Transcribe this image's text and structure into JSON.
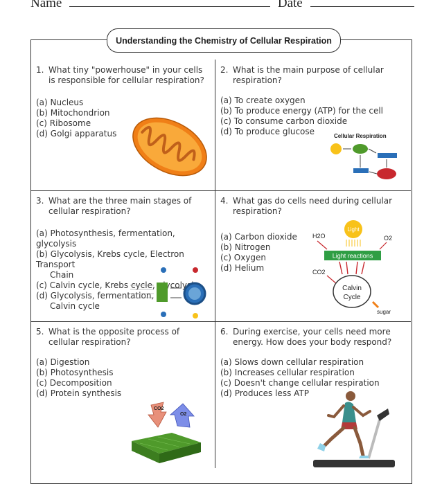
{
  "header": {
    "name_label": "Name",
    "date_label": "Date"
  },
  "title": "Understanding the Chemistry of Cellular Respiration",
  "questions": [
    {
      "num": "1.",
      "stem": "What tiny \"powerhouse\" in your cells is responsible for cellular respiration?",
      "options": [
        "(a) Nucleus",
        "(b) Mitochondrion",
        "(c) Ribosome",
        "(d) Golgi apparatus"
      ]
    },
    {
      "num": "2.",
      "stem": "What is the main purpose of cellular respiration?",
      "options": [
        "(a) To create oxygen",
        "(b) To produce energy (ATP) for the cell",
        "(c) To consume carbon dioxide",
        "(d) To produce glucose"
      ]
    },
    {
      "num": "3.",
      "stem": "What are the three main stages of cellular respiration?",
      "options": [
        "(a) Photosynthesis, fermentation, glycolysis",
        "(b) Glycolysis, Krebs cycle, Electron Transport",
        "Chain",
        "(c) Calvin cycle, Krebs cycle, glycolysis",
        "(d) Glycolysis, fermentation,",
        "Calvin cycle"
      ]
    },
    {
      "num": "4.",
      "stem": "What gas do cells need during cellular respiration?",
      "options": [
        "(a) Carbon dioxide",
        "(b) Nitrogen",
        "(c) Oxygen",
        "(d) Helium"
      ]
    },
    {
      "num": "5.",
      "stem": "What is the opposite process of cellular respiration?",
      "options": [
        "(a) Digestion",
        "(b) Photosynthesis",
        "(c) Decomposition",
        "(d) Protein synthesis"
      ]
    },
    {
      "num": "6.",
      "stem": "During exercise, your cells need more energy. How does your body respond?",
      "options": [
        "(a) Slows down cellular respiration",
        "(b) Increases cellular respiration",
        "(c) Doesn't change cellular respiration",
        "(d) Produces less ATP"
      ]
    }
  ],
  "images": {
    "q2_diagram_title": "Cellular Respiration",
    "q4_light": "Light",
    "q4_h2o": "H2O",
    "q4_o2": "O2",
    "q4_co2": "CO2",
    "q4_light_reactions": "Light reactions",
    "q4_calvin": "Calvin",
    "q4_cycle": "Cycle",
    "q4_sugar": "sugar",
    "q5_co2": "CO2",
    "q5_o2": "O2"
  },
  "colors": {
    "mitochondrion_outer": "#f07f17",
    "mitochondrion_inner": "#f9a93a",
    "light_reactions_box": "#2f9e44",
    "light_circle": "#f8c21a",
    "leaf_green": "#4f9a2b"
  }
}
